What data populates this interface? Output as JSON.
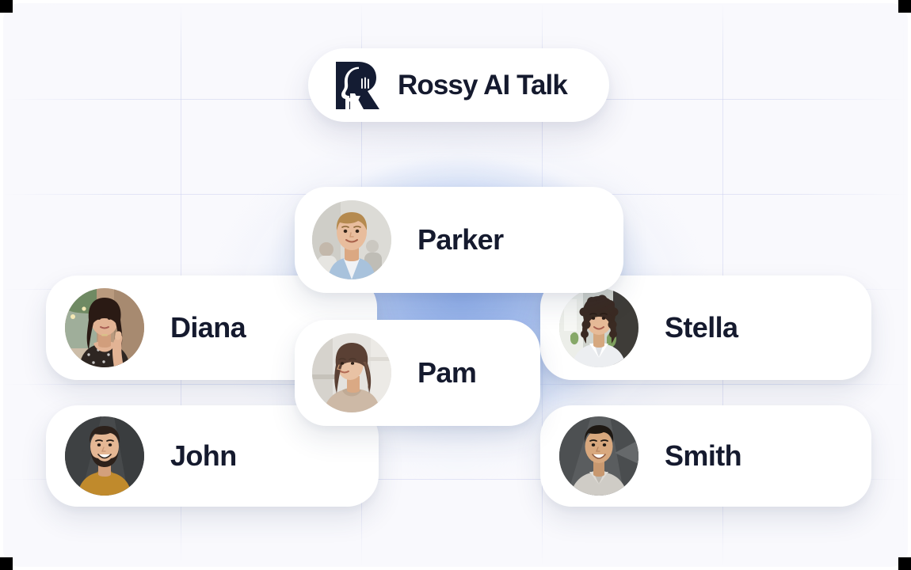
{
  "app": {
    "title": "Rossy AI Talk",
    "logo_icon": "rossy-woman-r-logo",
    "logo_color": "#141c33",
    "text_color": "#151a2e",
    "canvas_color": "#f9f9fd",
    "glow_color": "#96b2eb",
    "card_color": "#ffffff",
    "grid_line_color": "#c6cceC"
  },
  "participants": [
    {
      "name": "Parker",
      "avatar_icon": "avatar-parker",
      "avatar_description": "smiling blond man in light blue denim shirt",
      "skin": "#e8bd9d",
      "hair": "#b58a4f",
      "clothing": "#a8c2dc",
      "background": "#dcdbd6"
    },
    {
      "name": "Diana",
      "avatar_icon": "avatar-diana",
      "avatar_description": "dark haired woman in black patterned top",
      "skin": "#e2b394",
      "hair": "#2a1a14",
      "clothing": "#2e2622",
      "background": "#b99a7e"
    },
    {
      "name": "Stella",
      "avatar_icon": "avatar-stella",
      "avatar_description": "curly haired woman in white collared shirt",
      "skin": "#e7bb98",
      "hair": "#3a2a22",
      "clothing": "#eceef1",
      "background": "#cfd3cd"
    },
    {
      "name": "Pam",
      "avatar_icon": "avatar-pam",
      "avatar_description": "brunette woman in beige top",
      "skin": "#e9c2a4",
      "hair": "#5a4034",
      "clothing": "#cdb9a6",
      "background": "#e4e2de"
    },
    {
      "name": "John",
      "avatar_icon": "avatar-john",
      "avatar_description": "bearded smiling man in mustard sweater",
      "skin": "#e5b794",
      "hair": "#2c211b",
      "clothing": "#c08a2c",
      "background": "#474a4c"
    },
    {
      "name": "Smith",
      "avatar_icon": "avatar-smith",
      "avatar_description": "smiling young man in light grey polo shirt",
      "skin": "#d8a87e",
      "hair": "#1e1813",
      "clothing": "#cfccc6",
      "background": "#5a5d5f"
    }
  ]
}
